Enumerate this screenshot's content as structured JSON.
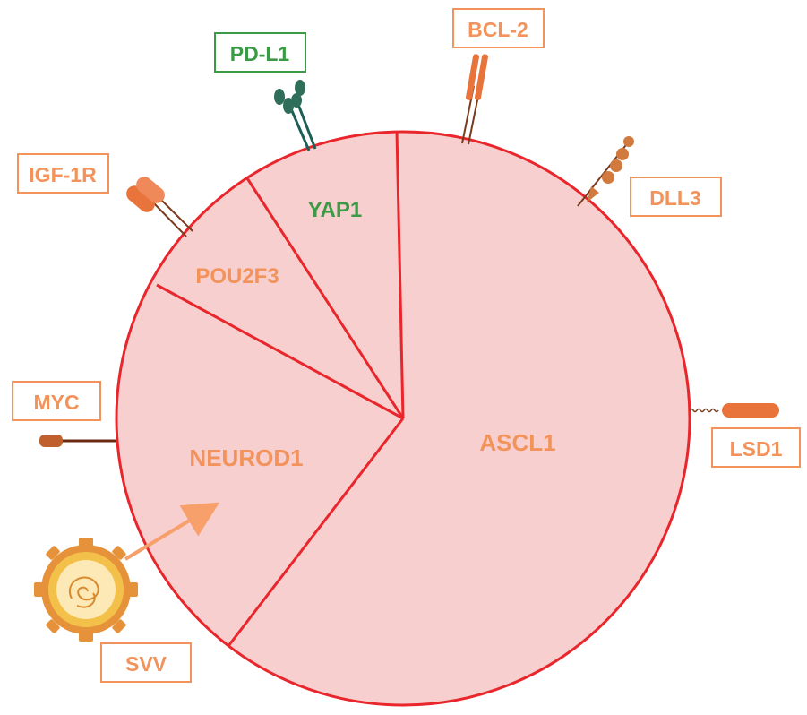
{
  "colors": {
    "pie_fill": "#f8cfcf",
    "pie_stroke": "#e8262b",
    "subtype_text": "#f2935c",
    "yap1_text": "#3b9a45",
    "orange_box": "#f2935c",
    "green_box": "#3b9a45",
    "dark_teal": "#1f5e57",
    "receptor_orange": "#e8743c",
    "brown": "#7a3a1c"
  },
  "subtypes": {
    "ascl1": "ASCL1",
    "neurod1": "NEUROD1",
    "pou2f3": "POU2F3",
    "yap1": "YAP1"
  },
  "markers": {
    "pdl1": "PD-L1",
    "bcl2": "BCL-2",
    "igf1r": "IGF-1R",
    "dll3": "DLL3",
    "myc": "MYC",
    "lsd1": "LSD1",
    "svv": "SVV"
  },
  "icons": {
    "pdl1": "pd-l1-receptor-icon",
    "bcl2": "bcl-2-protein-icon",
    "igf1r": "igf-1r-receptor-icon",
    "dll3": "dll3-ligand-icon",
    "myc": "myc-protein-icon",
    "lsd1": "lsd1-enzyme-icon",
    "svv": "virus-particle-icon",
    "arrow": "arrow-icon"
  }
}
